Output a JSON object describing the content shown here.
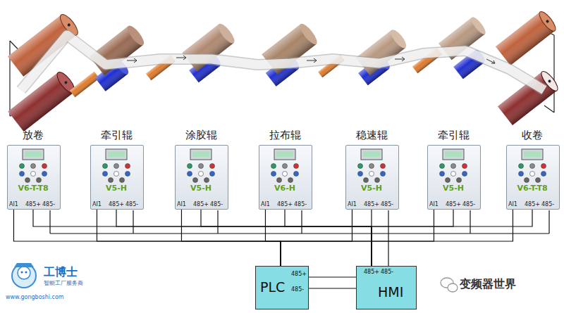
{
  "diagram": {
    "nodes": [
      {
        "text": [
          "放卷",
          "V6-T-T8",
          "AI1",
          "485+",
          "485-"
        ]
      },
      {
        "text": [
          "牵引辊",
          "V5-H",
          "AI1",
          "485+",
          "485-"
        ]
      },
      {
        "text": [
          "涂胶辊",
          "V5-H",
          "AI1",
          "485+",
          "485-"
        ]
      },
      {
        "text": [
          "拉布辊",
          "V6-H",
          "AI1",
          "485+",
          "485-"
        ]
      },
      {
        "text": [
          "稳速辊",
          "V5-H",
          "AI1",
          "485+",
          "485-"
        ]
      },
      {
        "text": [
          "牵引辊",
          "V5-H",
          "AI1",
          "485+",
          "485-"
        ]
      },
      {
        "text": [
          "收卷",
          "V6-T-T8",
          "AI1",
          "485+",
          "485-"
        ]
      },
      {
        "text": [
          "PLC",
          "485+",
          "485-"
        ]
      },
      {
        "text": [
          "HMI",
          "485+",
          "485-"
        ]
      }
    ],
    "edges": [
      {
        "from": 0,
        "to": 7,
        "arrow": "none"
      },
      {
        "from": 1,
        "to": 7,
        "arrow": "none"
      },
      {
        "from": 2,
        "to": 7,
        "arrow": "none"
      },
      {
        "from": 3,
        "to": 7,
        "arrow": "none"
      },
      {
        "from": 4,
        "to": 7,
        "arrow": "none"
      },
      {
        "from": 5,
        "to": 7,
        "arrow": "none"
      },
      {
        "from": 6,
        "to": 7,
        "arrow": "none"
      },
      {
        "from": 0,
        "to": 8,
        "arrow": "none"
      },
      {
        "from": 1,
        "to": 8,
        "arrow": "none"
      },
      {
        "from": 2,
        "to": 8,
        "arrow": "none"
      },
      {
        "from": 3,
        "to": 8,
        "arrow": "none"
      },
      {
        "from": 4,
        "to": 8,
        "arrow": "none"
      },
      {
        "from": 5,
        "to": 8,
        "arrow": "none"
      },
      {
        "from": 6,
        "to": 8,
        "arrow": "none"
      },
      {
        "from": 7,
        "to": 8,
        "arrow": "none"
      },
      {
        "from": 7,
        "to": 8,
        "arrow": "none"
      }
    ],
    "labels": [
      "工博士",
      "智能工厂服务商",
      "www.gongboshi.com",
      "变频器世界"
    ]
  }
}
